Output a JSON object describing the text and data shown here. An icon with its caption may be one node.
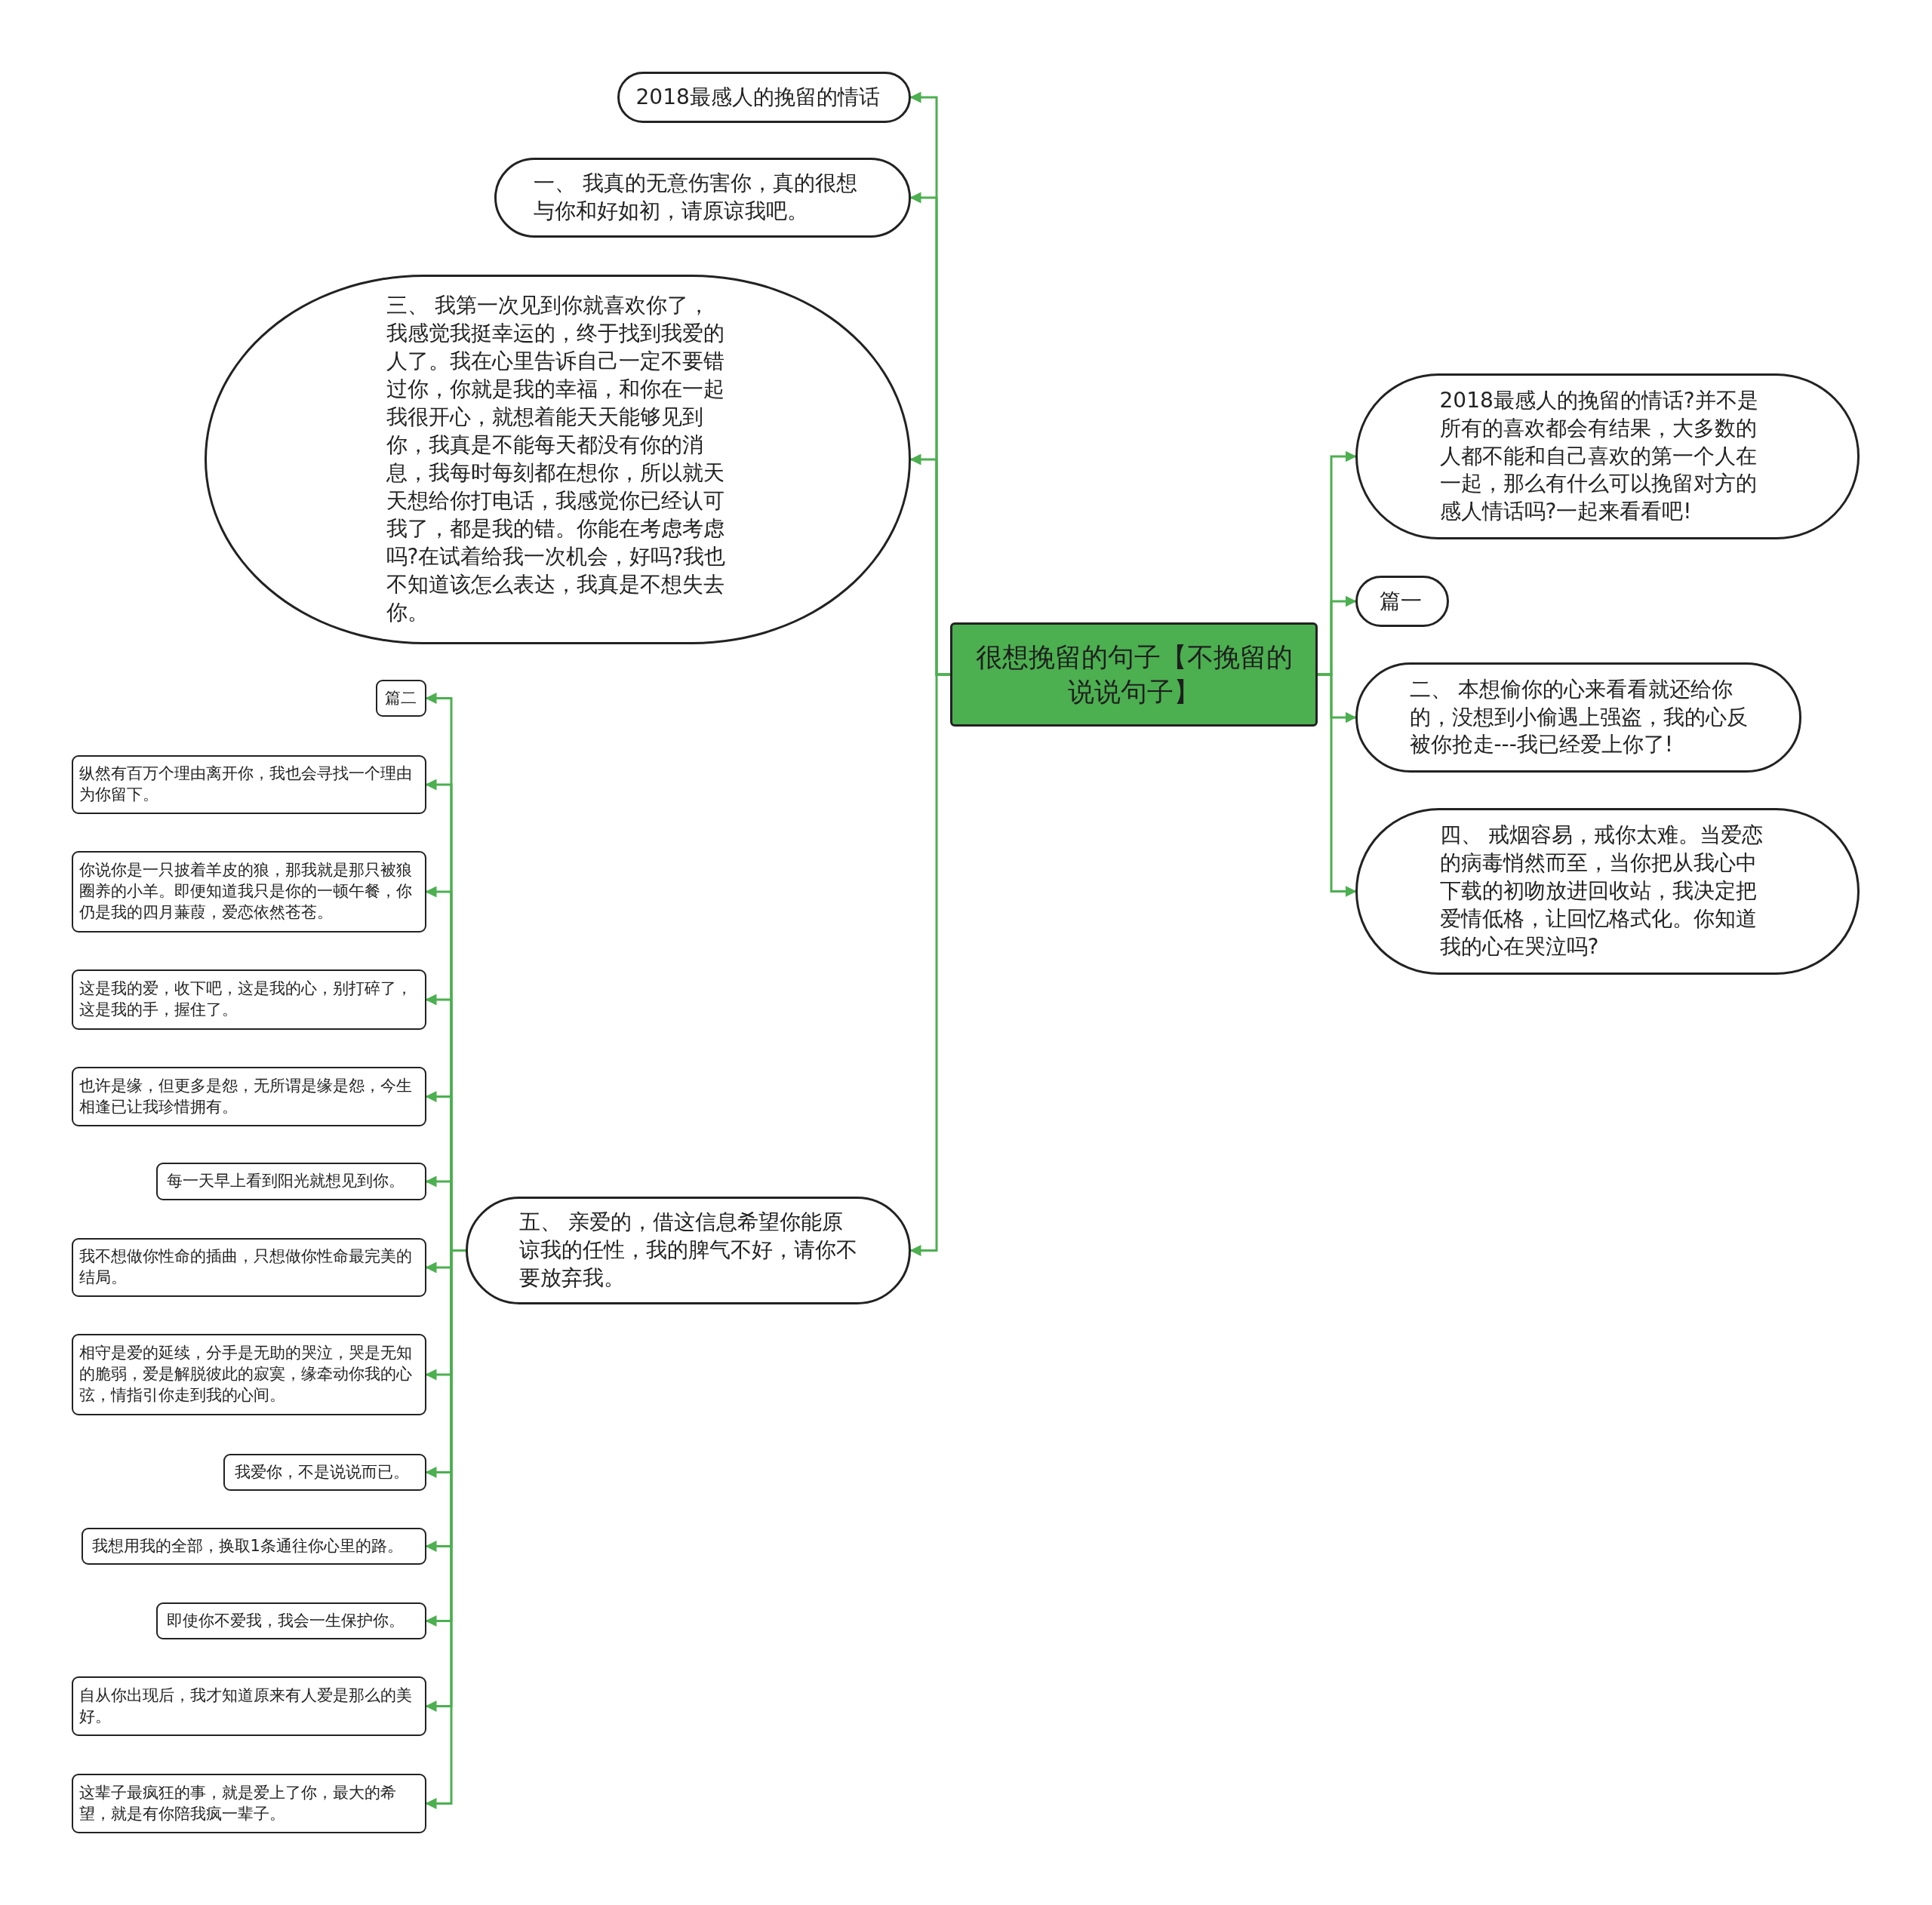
{
  "diagram": {
    "nodes": [
      {
        "text": [
          "很想挽留的句子【不挽留的说说句子】"
        ]
      },
      {
        "text": [
          "2018最感人的挽留的情话"
        ]
      },
      {
        "text": [
          "一、 我真的无意伤害你，真的很想与你和好如初，请原谅我吧。"
        ]
      },
      {
        "text": [
          "三、 我第一次见到你就喜欢你了，我感觉我挺幸运的，终于找到我爱的人了。我在心里告诉自己一定不要错过你，你就是我的幸福，和你在一起我很开心，就想着能天天能够见到你，我真是不能每天都没有你的消息，我每时每刻都在想你，所以就天天想给你打电话，我感觉你已经认可我了，都是我的错。你能在考虑考虑吗?在试着给我一次机会，好吗?我也不知道该怎么表达，我真是不想失去你。"
        ]
      },
      {
        "text": [
          "五、 亲爱的，借这信息希望你能原谅我的任性，我的脾气不好，请你不要放弃我。"
        ]
      },
      {
        "text": [
          "2018最感人的挽留的情话?并不是所有的喜欢都会有结果，大多数的人都不能和自己喜欢的第一个人在一起，那么有什么可以挽留对方的感人情话吗?一起来看看吧!"
        ]
      },
      {
        "text": [
          "篇一"
        ]
      },
      {
        "text": [
          "二、 本想偷你的心来看看就还给你的，没想到小偷遇上强盗，我的心反被你抢走---我已经爱上你了!"
        ]
      },
      {
        "text": [
          "四、 戒烟容易，戒你太难。当爱恋的病毒悄然而至，当你把从我心中下载的初吻放进回收站，我决定把爱情低格，让回忆格式化。你知道我的心在哭泣吗?"
        ]
      },
      {
        "text": [
          "篇二"
        ]
      },
      {
        "text": [
          "纵然有百万个理由离开你，我也会寻找一个理由为你留下。"
        ]
      },
      {
        "text": [
          "你说你是一只披着羊皮的狼，那我就是那只被狼圈养的小羊。即便知道我只是你的一顿午餐，你仍是我的四月蒹葭，爱恋依然苍苍。"
        ]
      },
      {
        "text": [
          "这是我的爱，收下吧，这是我的心，别打碎了，这是我的手，握住了。"
        ]
      },
      {
        "text": [
          "也许是缘，但更多是怨，无所谓是缘是怨，今生相逢已让我珍惜拥有。"
        ]
      },
      {
        "text": [
          "每一天早上看到阳光就想见到你。"
        ]
      },
      {
        "text": [
          "我不想做你性命的插曲，只想做你性命最完美的结局。"
        ]
      },
      {
        "text": [
          "相守是爱的延续，分手是无助的哭泣，哭是无知的脆弱，爱是解脱彼此的寂寞，缘牵动你我的心弦，情指引你走到我的心间。"
        ]
      },
      {
        "text": [
          "我爱你，不是说说而已。"
        ]
      },
      {
        "text": [
          "我想用我的全部，换取1条通往你心里的路。"
        ]
      },
      {
        "text": [
          "即使你不爱我，我会一生保护你。"
        ]
      },
      {
        "text": [
          "自从你出现后，我才知道原来有人爱是那么的美好。"
        ]
      },
      {
        "text": [
          "这辈子最疯狂的事，就是爱上了你，最大的希望，就是有你陪我疯一辈子。"
        ]
      }
    ],
    "edges": [
      {
        "from": 0,
        "to": 1,
        "arrow": "to"
      },
      {
        "from": 0,
        "to": 2,
        "arrow": "to"
      },
      {
        "from": 0,
        "to": 3,
        "arrow": "to"
      },
      {
        "from": 0,
        "to": 4,
        "arrow": "to"
      },
      {
        "from": 0,
        "to": 5,
        "arrow": "to"
      },
      {
        "from": 0,
        "to": 6,
        "arrow": "to"
      },
      {
        "from": 0,
        "to": 7,
        "arrow": "to"
      },
      {
        "from": 0,
        "to": 8,
        "arrow": "to"
      },
      {
        "from": 4,
        "to": 9,
        "arrow": "to"
      },
      {
        "from": 4,
        "to": 10,
        "arrow": "to"
      },
      {
        "from": 4,
        "to": 11,
        "arrow": "to"
      },
      {
        "from": 4,
        "to": 12,
        "arrow": "to"
      },
      {
        "from": 4,
        "to": 13,
        "arrow": "to"
      },
      {
        "from": 4,
        "to": 14,
        "arrow": "to"
      },
      {
        "from": 4,
        "to": 15,
        "arrow": "to"
      },
      {
        "from": 4,
        "to": 16,
        "arrow": "to"
      },
      {
        "from": 4,
        "to": 17,
        "arrow": "to"
      },
      {
        "from": 4,
        "to": 18,
        "arrow": "to"
      },
      {
        "from": 4,
        "to": 19,
        "arrow": "to"
      },
      {
        "from": 4,
        "to": 20,
        "arrow": "to"
      },
      {
        "from": 4,
        "to": 21,
        "arrow": "to"
      }
    ]
  }
}
